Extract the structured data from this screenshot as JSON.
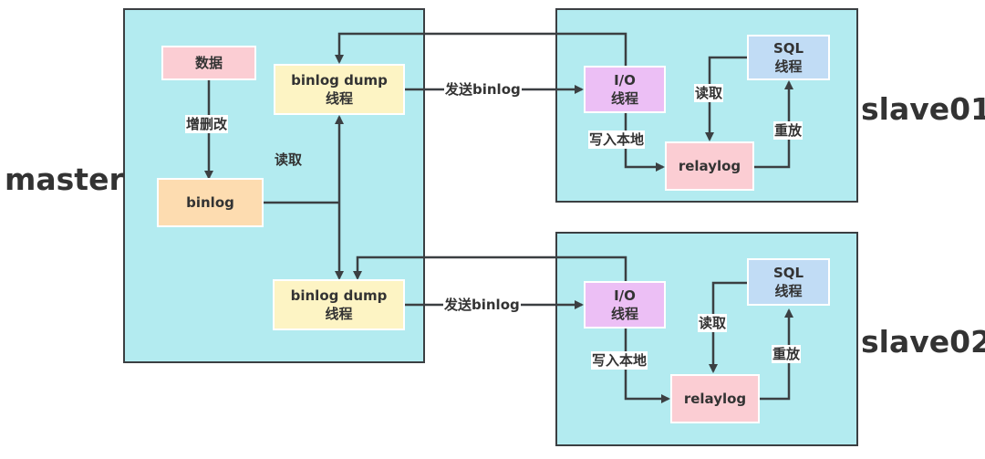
{
  "title": "MySQL master-slave replication",
  "colors": {
    "panel": "#b3ebf0",
    "data_node": "#fbcdd3",
    "binlog_node": "#fddcb0",
    "dump_node": "#fdf4c4",
    "io_node": "#ecbff5",
    "sql_node": "#c1dcf5",
    "relaylog_node": "#fbcdd3",
    "line": "#3b3f42"
  },
  "master": {
    "label": "master",
    "data_node": "数据",
    "crud_edge": "增删改",
    "binlog_node": "binlog",
    "read_edge": "读取",
    "dump_threads": [
      {
        "line1": "binlog dump",
        "line2": "线程"
      },
      {
        "line1": "binlog dump",
        "line2": "线程"
      }
    ]
  },
  "send_edges": [
    "发送binlog",
    "发送binlog"
  ],
  "slaves": [
    {
      "label": "slave01",
      "io_node": {
        "line1": "I/O",
        "line2": "线程"
      },
      "sql_node": {
        "line1": "SQL",
        "line2": "线程"
      },
      "relaylog_node": "relaylog",
      "write_edge": "写入本地",
      "read_edge": "读取",
      "replay_edge": "重放"
    },
    {
      "label": "slave02",
      "io_node": {
        "line1": "I/O",
        "line2": "线程"
      },
      "sql_node": {
        "line1": "SQL",
        "line2": "线程"
      },
      "relaylog_node": "relaylog",
      "write_edge": "写入本地",
      "read_edge": "读取",
      "replay_edge": "重放"
    }
  ]
}
